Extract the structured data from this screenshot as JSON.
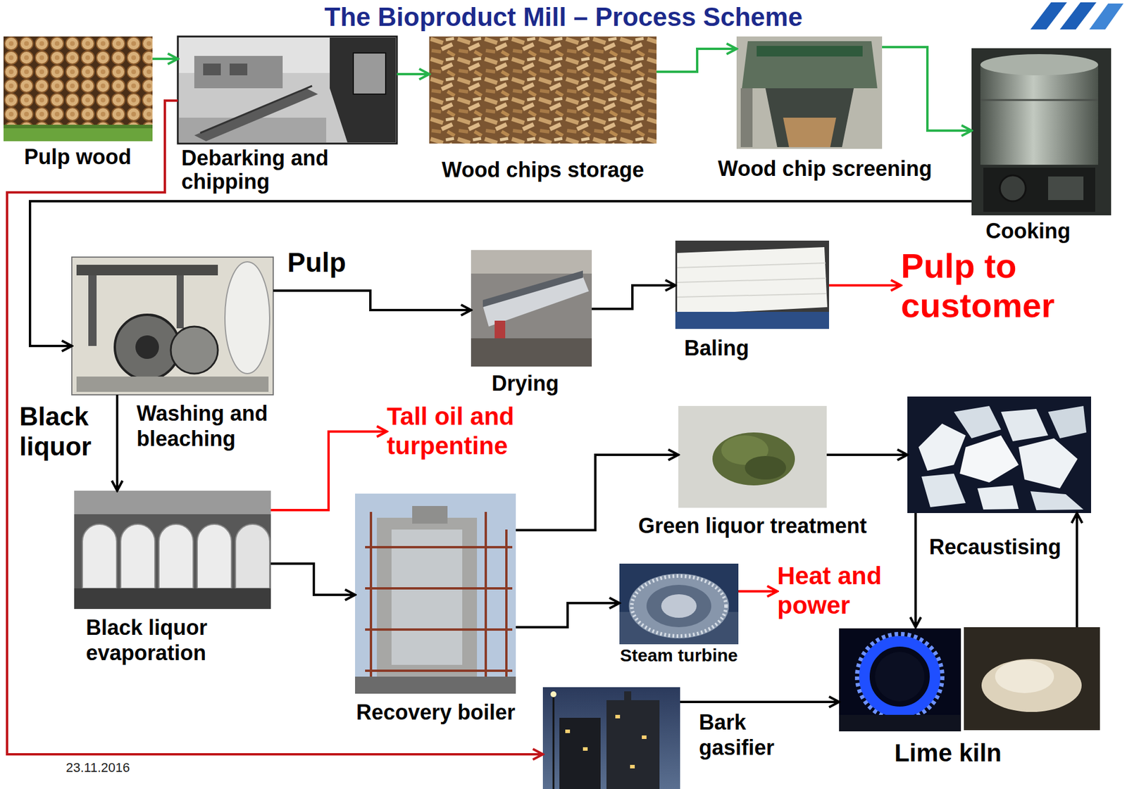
{
  "diagram": {
    "title": "The Bioproduct Mill – Process Scheme",
    "nodes": [
      {
        "text": [
          "Pulp wood"
        ]
      },
      {
        "text": [
          "Debarking and chipping"
        ]
      },
      {
        "text": [
          "Wood chips storage"
        ]
      },
      {
        "text": [
          "Wood chip screening"
        ]
      },
      {
        "text": [
          "Cooking"
        ]
      },
      {
        "text": [
          "Washing and bleaching"
        ]
      },
      {
        "text": [
          "Drying"
        ]
      },
      {
        "text": [
          "Baling"
        ]
      },
      {
        "text": [
          "Pulp to customer"
        ]
      },
      {
        "text": [
          "Tall oil and turpentine"
        ]
      },
      {
        "text": [
          "Green liquor treatment"
        ]
      },
      {
        "text": [
          "Recaustising"
        ]
      },
      {
        "text": [
          "Black liquor evaporation"
        ]
      },
      {
        "text": [
          "Recovery boiler"
        ]
      },
      {
        "text": [
          "Steam turbine"
        ]
      },
      {
        "text": [
          "Heat and power"
        ]
      },
      {
        "text": [
          "Lime kiln"
        ]
      },
      {
        "text": [
          "Bark gasifier"
        ]
      }
    ],
    "edges": [
      {
        "from": 0,
        "to": 1,
        "arrow": "to"
      },
      {
        "from": 1,
        "to": 2,
        "arrow": "to"
      },
      {
        "from": 2,
        "to": 3,
        "arrow": "to"
      },
      {
        "from": 3,
        "to": 4,
        "arrow": "to"
      },
      {
        "from": 4,
        "to": 5,
        "arrow": "to"
      },
      {
        "from": 5,
        "to": 6,
        "label": "Pulp",
        "arrow": "to"
      },
      {
        "from": 6,
        "to": 7,
        "arrow": "to"
      },
      {
        "from": 7,
        "to": 8,
        "arrow": "to"
      },
      {
        "from": 5,
        "to": 12,
        "label": "Black liquor",
        "arrow": "to"
      },
      {
        "from": 12,
        "to": 9,
        "arrow": "to"
      },
      {
        "from": 12,
        "to": 13,
        "arrow": "to"
      },
      {
        "from": 13,
        "to": 10,
        "arrow": "to"
      },
      {
        "from": 10,
        "to": 11,
        "arrow": "to"
      },
      {
        "from": 13,
        "to": 14,
        "arrow": "to"
      },
      {
        "from": 14,
        "to": 15,
        "arrow": "to"
      },
      {
        "from": 11,
        "to": 16,
        "arrow": "to"
      },
      {
        "from": 16,
        "to": 11,
        "arrow": "to"
      },
      {
        "from": 1,
        "to": 17,
        "arrow": "to"
      },
      {
        "from": 17,
        "to": 16,
        "arrow": "to"
      }
    ],
    "labels": [
      "23.11.2016"
    ]
  }
}
